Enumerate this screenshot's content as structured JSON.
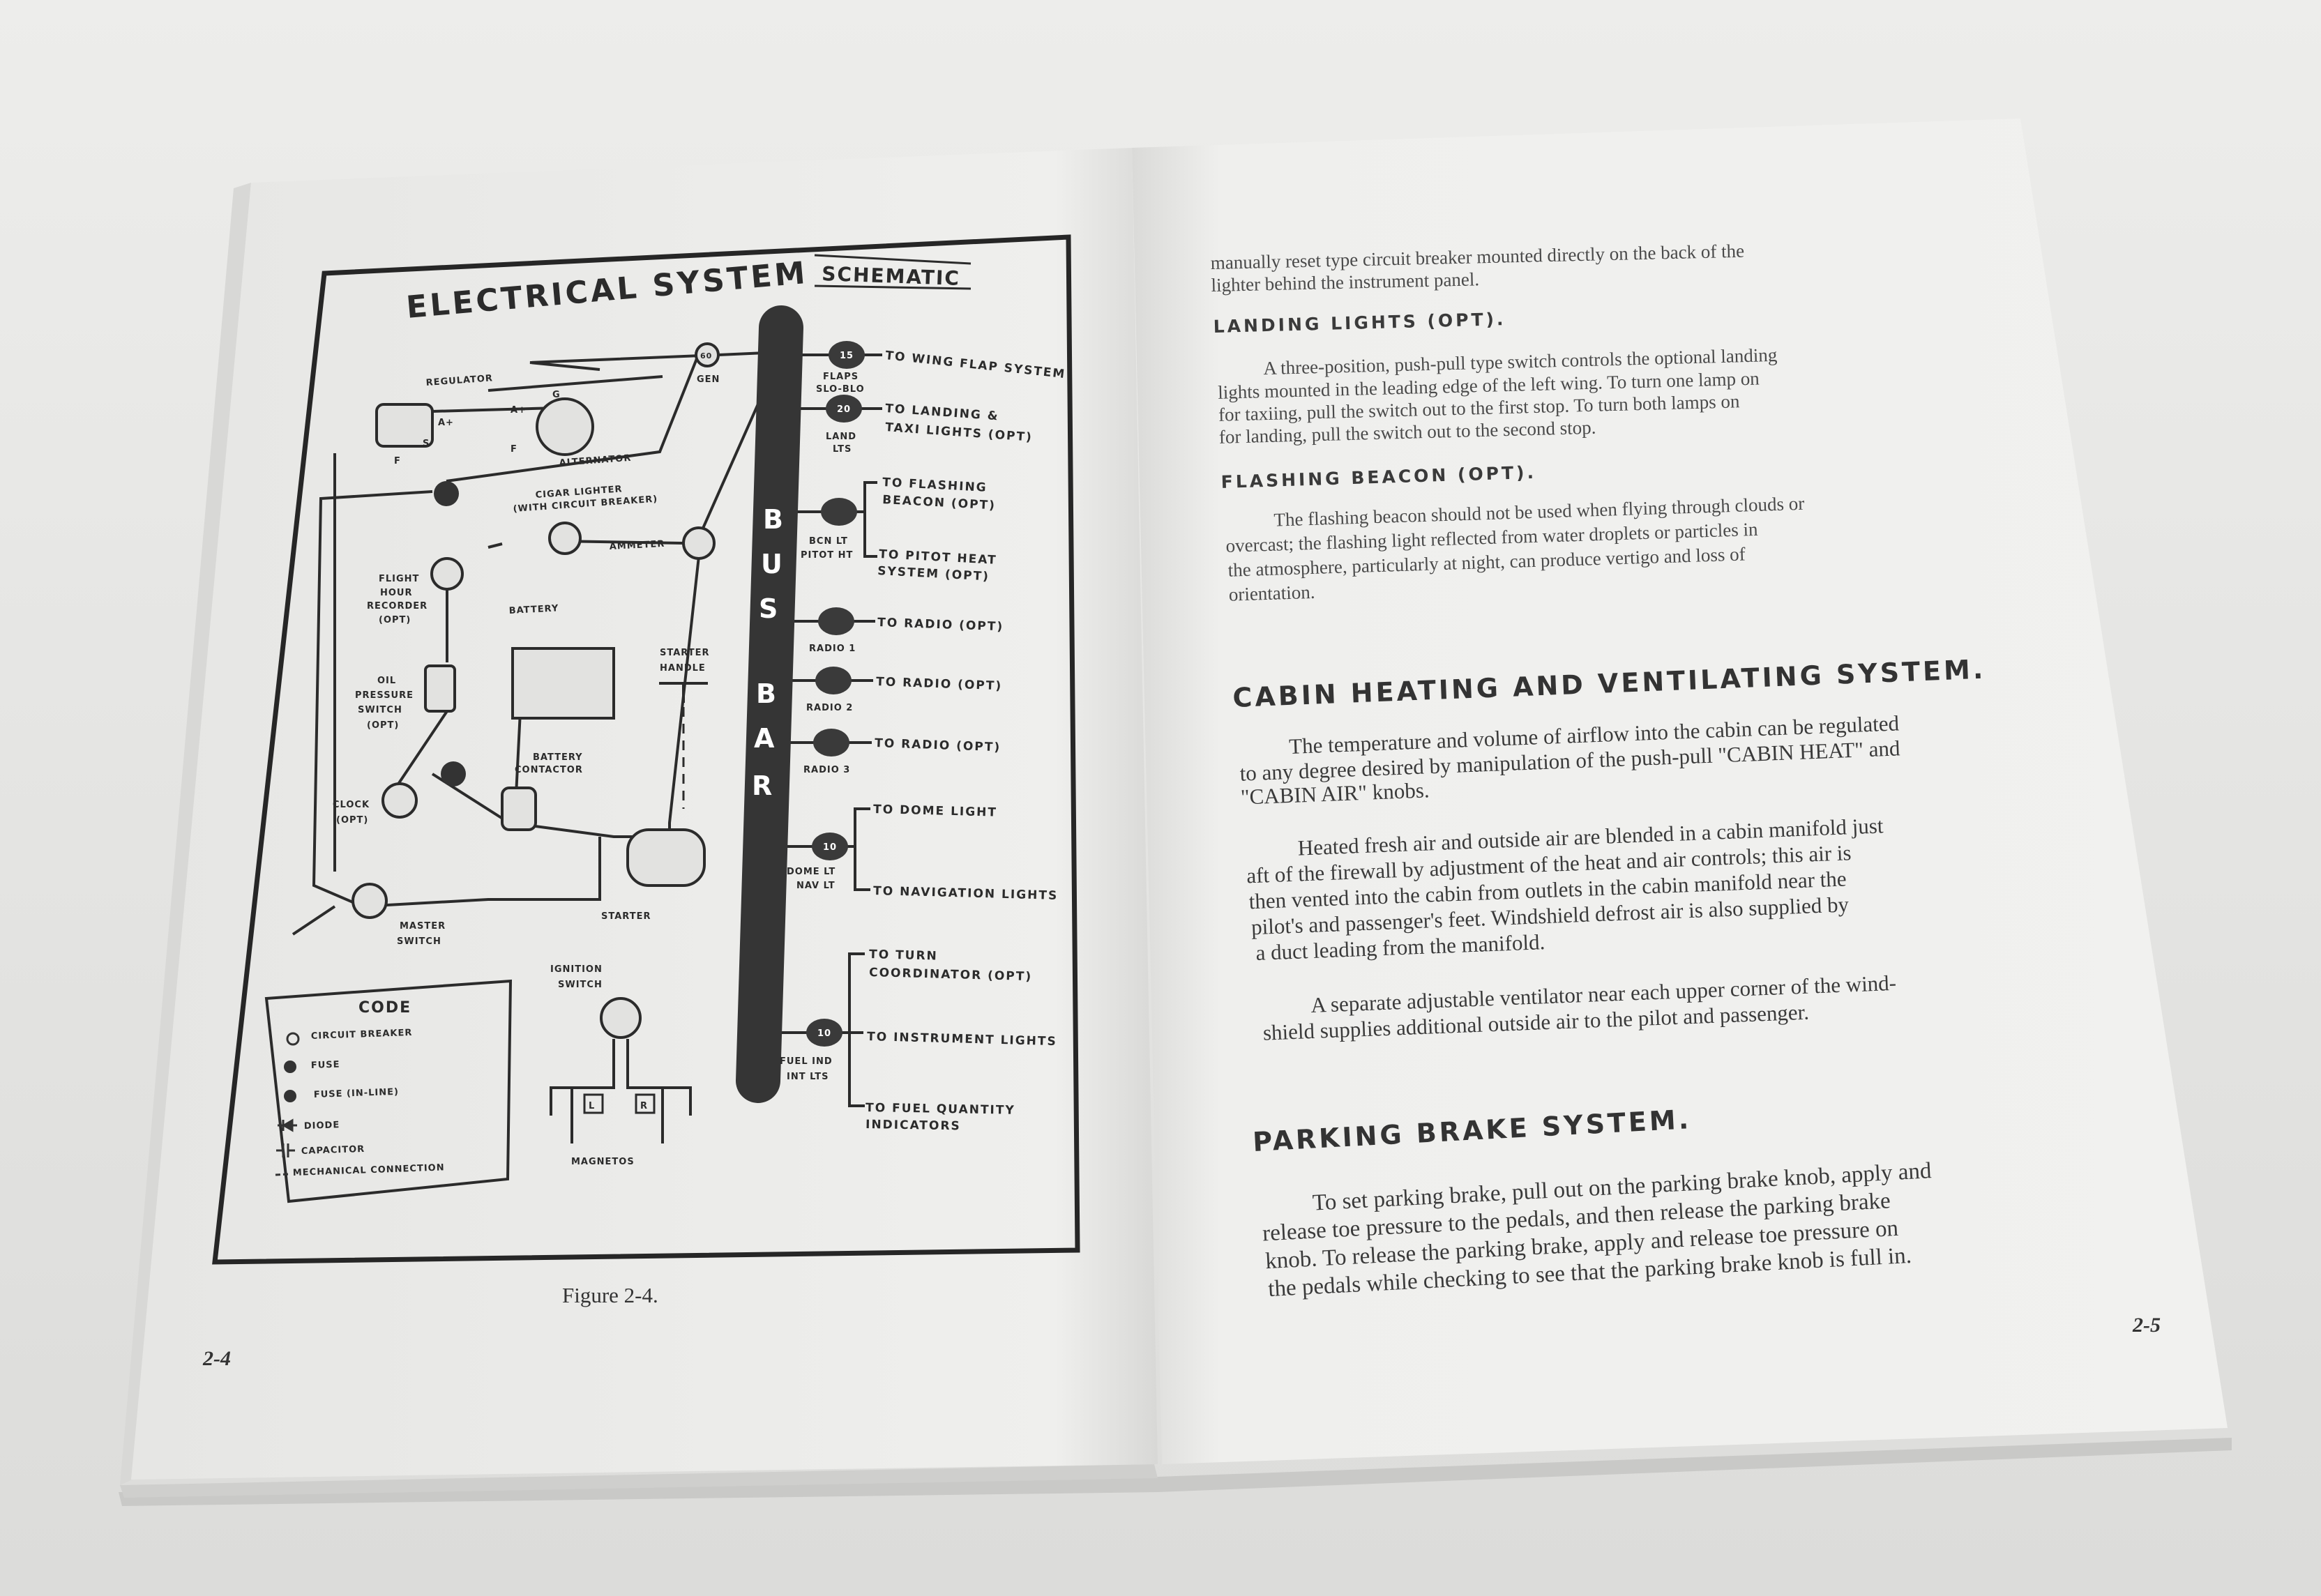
{
  "left_page": {
    "page_number": "2-4",
    "figure_caption": "Figure 2-4.",
    "diagram": {
      "title": "ELECTRICAL SYSTEM",
      "subtitle": "SCHEMATIC",
      "bus_bar_letters": [
        "B",
        "U",
        "S",
        "B",
        "A",
        "R"
      ],
      "components": {
        "regulator": "REGULATOR",
        "gen": "GEN",
        "gen_rating": "60",
        "alternator": "ALTERNATOR",
        "a_plus_reg": "A+",
        "a_plus_alt": "A+",
        "g": "G",
        "s": "S",
        "f_reg": "F",
        "f_alt": "F",
        "cigar_lighter": [
          "CIGAR LIGHTER",
          "(WITH CIRCUIT BREAKER)"
        ],
        "ammeter": "AMMETER",
        "flight_hour_recorder": [
          "FLIGHT",
          "HOUR",
          "RECORDER",
          "(OPT)"
        ],
        "battery": "BATTERY",
        "starter_handle": [
          "STARTER",
          "HANDLE"
        ],
        "oil_pressure_switch": [
          "OIL",
          "PRESSURE",
          "SWITCH",
          "(OPT)"
        ],
        "battery_contactor": [
          "BATTERY",
          "CONTACTOR"
        ],
        "clock": [
          "CLOCK",
          "(OPT)"
        ],
        "starter": "STARTER",
        "master_switch": [
          "MASTER",
          "SWITCH"
        ],
        "ignition_switch": [
          "IGNITION",
          "SWITCH"
        ],
        "magnetos": "MAGNETOS",
        "magneto_left": "L",
        "magneto_right": "R"
      },
      "breakers": [
        {
          "rating": "15",
          "label": [
            "FLAPS",
            "SLO-BLO"
          ],
          "targets": [
            "TO WING FLAP SYSTEM"
          ]
        },
        {
          "rating": "20",
          "label": [
            "LAND",
            "LTS"
          ],
          "targets": [
            "TO LANDING &",
            "TAXI LIGHTS (OPT)"
          ]
        },
        {
          "rating": "",
          "label": [
            "BCN LT",
            "PITOT HT"
          ],
          "targets": [
            "TO FLASHING",
            "BEACON (OPT)",
            "TO PITOT HEAT",
            "SYSTEM (OPT)"
          ]
        },
        {
          "rating": "",
          "label": [
            "RADIO 1"
          ],
          "targets": [
            "TO RADIO (OPT)"
          ]
        },
        {
          "rating": "",
          "label": [
            "RADIO 2"
          ],
          "targets": [
            "TO RADIO (OPT)"
          ]
        },
        {
          "rating": "",
          "label": [
            "RADIO 3"
          ],
          "targets": [
            "TO RADIO (OPT)"
          ]
        },
        {
          "rating": "10",
          "label": [
            "DOME LT",
            "NAV LT"
          ],
          "targets": [
            "TO DOME LIGHT",
            "TO NAVIGATION LIGHTS"
          ]
        },
        {
          "rating": "10",
          "label": [
            "FUEL IND",
            "INT LTS"
          ],
          "targets": [
            "TO TURN",
            "COORDINATOR (OPT)",
            "TO INSTRUMENT LIGHTS",
            "TO FUEL QUANTITY",
            "INDICATORS"
          ]
        }
      ],
      "code": {
        "title": "CODE",
        "items": [
          "CIRCUIT BREAKER",
          "FUSE",
          "FUSE (IN-LINE)",
          "DIODE",
          "CAPACITOR",
          "MECHANICAL CONNECTION"
        ]
      }
    }
  },
  "right_page": {
    "page_number": "2-5",
    "intro_lines": [
      "manually reset type circuit breaker mounted directly on the back of the",
      "lighter behind the instrument panel."
    ],
    "landing_lights": {
      "heading": "LANDING LIGHTS (OPT).",
      "lines": [
        "A three-position, push-pull type switch controls the optional landing",
        "lights mounted in the leading edge of the left wing.  To turn one lamp on",
        "for taxiing, pull the switch out to the first stop.  To turn both lamps on",
        "for landing, pull the switch out to the second stop."
      ]
    },
    "flashing_beacon": {
      "heading": "FLASHING BEACON (OPT).",
      "lines": [
        "The flashing beacon should not be used when flying through clouds or",
        "overcast; the flashing light reflected from water droplets or particles in",
        "the atmosphere, particularly at night, can produce vertigo and loss of",
        "orientation."
      ]
    },
    "cabin_heating": {
      "heading": "CABIN HEATING AND VENTILATING SYSTEM.",
      "p1": [
        "The temperature and volume of airflow into the cabin can be regulated",
        "to any degree desired by manipulation of the push-pull \"CABIN HEAT\" and",
        "\"CABIN AIR\" knobs."
      ],
      "p2": [
        "Heated fresh air and outside air are blended in a cabin manifold just",
        "aft of the firewall by adjustment of the heat and air controls; this air is",
        "then vented into the cabin from outlets in the cabin manifold near the",
        "pilot's and passenger's feet.  Windshield defrost air is also supplied by",
        "a duct leading from the manifold."
      ],
      "p3": [
        "A separate adjustable ventilator near each upper corner of the wind-",
        "shield supplies additional outside air to the pilot and passenger."
      ]
    },
    "parking_brake": {
      "heading": "PARKING BRAKE SYSTEM.",
      "lines": [
        "To set parking brake, pull out on the parking brake knob, apply and",
        "release toe pressure to the pedals,  and then release the parking brake",
        "knob.  To release the parking brake,  apply and release toe pressure on",
        "the pedals while checking to see that the parking brake knob is full in."
      ]
    }
  }
}
